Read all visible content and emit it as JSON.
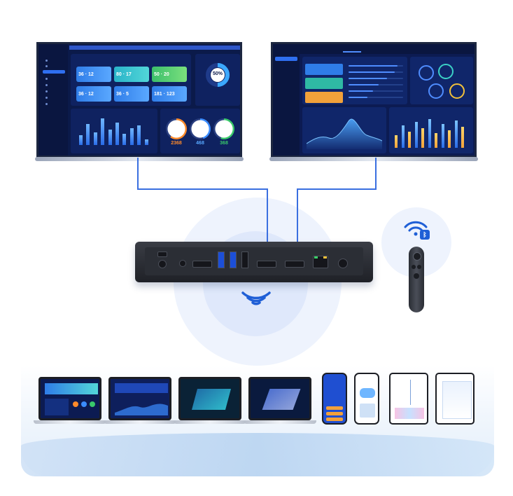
{
  "left_tv": {
    "tiles": [
      {
        "v1": "36",
        "v2": "12"
      },
      {
        "v1": "80",
        "v2": "17"
      },
      {
        "v1": "50",
        "v2": "20"
      },
      {
        "v1": "36",
        "v2": "12"
      },
      {
        "v1": "36",
        "v2": "5"
      },
      {
        "v1": "181",
        "v2": "123"
      }
    ],
    "donut_percent": "50%",
    "donut_fraction": 0.5,
    "gauges": [
      {
        "value": "2368",
        "fill": 0.6,
        "color": "#ff8a2a"
      },
      {
        "value": "468",
        "fill": 0.45,
        "color": "#3a8cff"
      },
      {
        "value": "368",
        "fill": 0.55,
        "color": "#39c96a"
      }
    ],
    "bars": [
      0.35,
      0.75,
      0.45,
      0.95,
      0.55,
      0.8,
      0.4,
      0.6,
      0.7,
      0.2
    ]
  },
  "right_tv": {
    "progress": [
      0.9,
      0.85,
      0.7,
      0.55,
      0.45,
      0.35
    ],
    "columns": [
      0.4,
      0.7,
      0.5,
      0.8,
      0.6,
      0.9,
      0.45,
      0.75,
      0.55,
      0.85,
      0.65
    ]
  },
  "colors": {
    "wire": "#3a6fe0",
    "halo": "#e6eefc",
    "accent": "#1f5fd6"
  },
  "icons": [
    "wifi-icon",
    "bluetooth-icon"
  ]
}
